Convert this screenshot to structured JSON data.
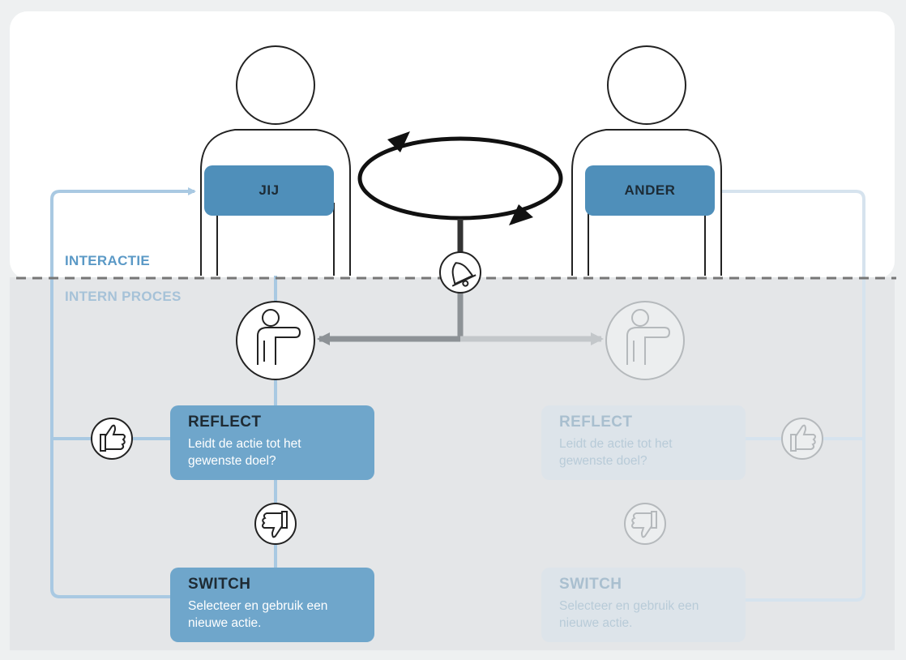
{
  "zones": {
    "interaction": "INTERACTIE",
    "internal": "INTERN PROCES"
  },
  "persons": {
    "you": "JIJ",
    "other": "ANDER"
  },
  "cards": {
    "you_reflect": {
      "title": "REFLECT",
      "text": "Leidt de actie tot het gewenste doel?"
    },
    "you_switch": {
      "title": "SWITCH",
      "text": "Selecteer en gebruik een nieuwe actie."
    },
    "other_reflect": {
      "title": "REFLECT",
      "text": "Leidt de actie tot het gewenste doel?"
    },
    "other_switch": {
      "title": "SWITCH",
      "text": "Selecteer en gebruik een nieuwe actie."
    }
  },
  "icons": {
    "trigger": "bell-icon",
    "stop_think": "stop-gesture-icon",
    "success": "thumbs-up-icon",
    "failure": "thumbs-down-icon"
  },
  "colors": {
    "label_blue": "#4f8fba",
    "card_blue": "#6fa6cb",
    "line_blue": "#a9c9e2",
    "faded_card": "#dde4ea",
    "dark_line": "#1a1a1a",
    "grey_arrow": "#8d9296"
  }
}
